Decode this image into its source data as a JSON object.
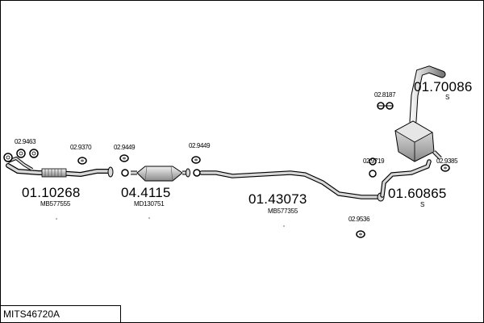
{
  "title": "MITS46720A",
  "parts": {
    "front_pipe": {
      "number": "01.10268",
      "ref": "MB577555"
    },
    "catalyst": {
      "number": "04.4115",
      "ref": "MD130751"
    },
    "center_pipe": {
      "number": "01.43073",
      "ref": "MB577355"
    },
    "middle_section": {
      "number": "01.60865",
      "ref": "S"
    },
    "rear_silencer": {
      "number": "01.70086",
      "ref": "S"
    }
  },
  "fittings": {
    "f1": "02.9463",
    "f2": "02.9370",
    "f3": "02.9449",
    "f4": "02.9449",
    "f5": "02.8187",
    "f6": "02.9719",
    "f7": "02.9385",
    "f8": "02.9536"
  },
  "colors": {
    "line": "#000000",
    "fill": "#d8d8d8",
    "dark": "#6e6e6e"
  }
}
